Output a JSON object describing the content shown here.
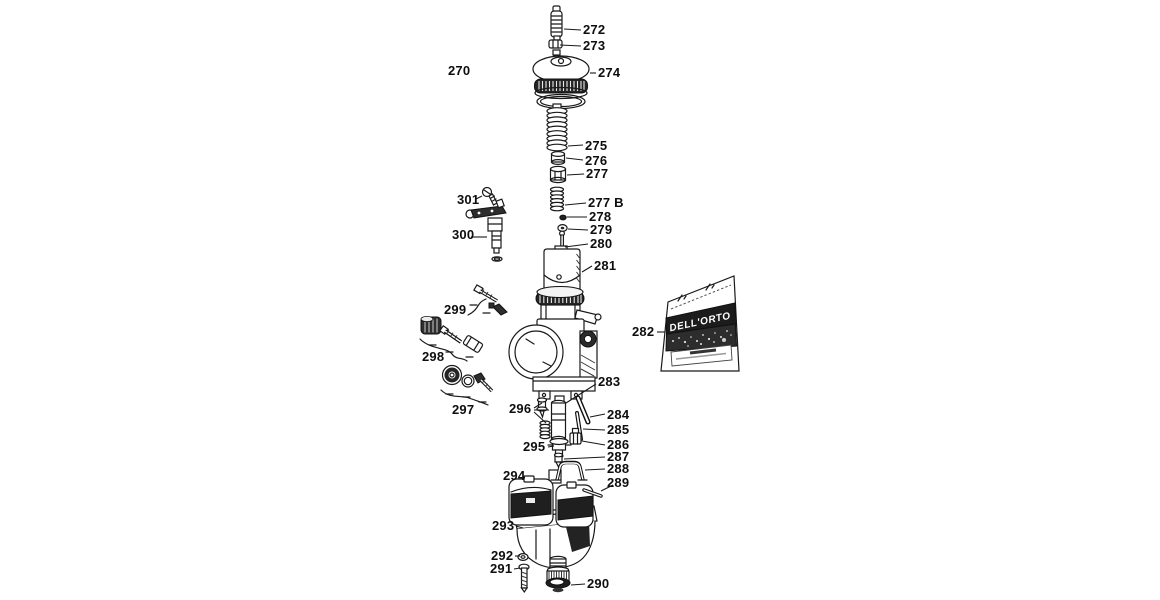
{
  "figure": {
    "background": "#ffffff",
    "ink_color": "#191919",
    "band_color": "#1c1c1c"
  },
  "labels": {
    "l270": "270",
    "l272": "272",
    "l273": "273",
    "l274": "274",
    "l275": "275",
    "l276": "276",
    "l277": "277",
    "l277b": "277 B",
    "l278": "278",
    "l279": "279",
    "l280": "280",
    "l281": "281",
    "l282": "282",
    "l283": "283",
    "l284": "284",
    "l285": "285",
    "l286": "286",
    "l287": "287",
    "l288": "288",
    "l289": "289",
    "l290": "290",
    "l291": "291",
    "l292": "292",
    "l293": "293",
    "l294": "294",
    "l295": "295",
    "l296": "296",
    "l297": "297",
    "l298": "298",
    "l299": "299",
    "l300": "300",
    "l301": "301"
  },
  "packet": {
    "brand": "DELL'ORTO"
  }
}
